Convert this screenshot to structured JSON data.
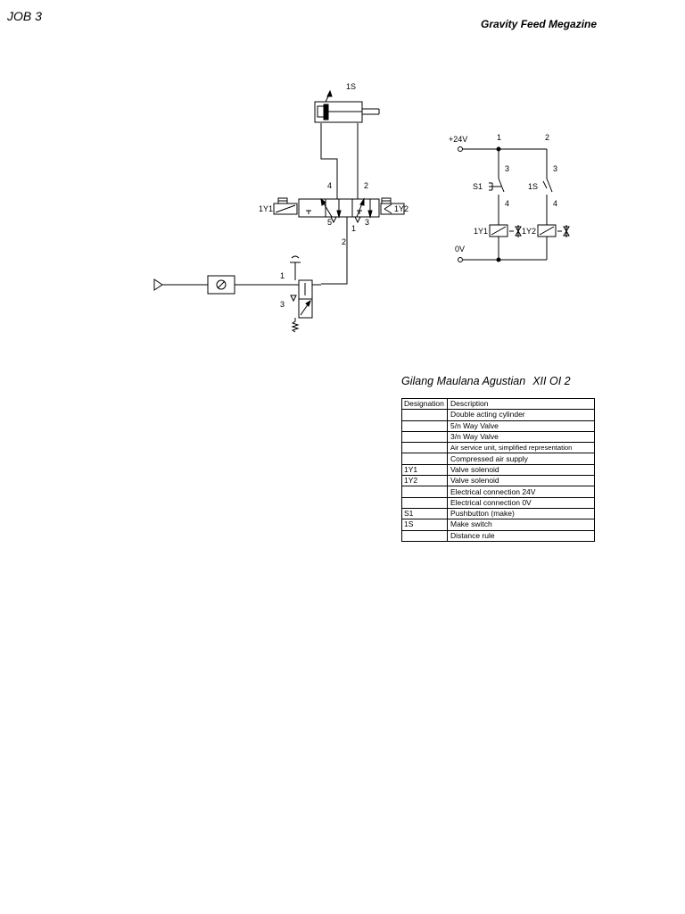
{
  "header": {
    "job_label": "JOB 3",
    "magazine_title": "Gravity Feed Megazine"
  },
  "pneumatic": {
    "sensor_label": "1S",
    "port_4": "4",
    "port_2": "2",
    "port_5": "5",
    "port_1": "1",
    "port_3": "3",
    "solenoid_left": "1Y1",
    "solenoid_right": "1Y2",
    "supply_port_2": "2",
    "valve32_port_1": "1",
    "valve32_port_3": "3"
  },
  "electrical": {
    "supply_plus": "+24V",
    "supply_zero": "0V",
    "rung_1": "1",
    "rung_2": "2",
    "s1_top": "3",
    "s1_label": "S1",
    "s1_bottom": "4",
    "s1s_top": "3",
    "s1s_label": "1S",
    "s1s_bottom": "4",
    "coil_1": "1Y1",
    "coil_2": "1Y2"
  },
  "author": {
    "name": "Gilang Maulana Agustian",
    "class": "XII OI 2"
  },
  "parts_table": {
    "header": {
      "designation": "Designation",
      "description": "Description"
    },
    "rows": [
      {
        "designation": "",
        "description": "Double acting cylinder"
      },
      {
        "designation": "",
        "description": "5/n Way Valve"
      },
      {
        "designation": "",
        "description": "3/n Way Valve"
      },
      {
        "designation": "",
        "description": "Air service unit, simplified representation"
      },
      {
        "designation": "",
        "description": "Compressed air supply"
      },
      {
        "designation": "1Y1",
        "description": "Valve solenoid"
      },
      {
        "designation": "1Y2",
        "description": "Valve solenoid"
      },
      {
        "designation": "",
        "description": "Electrical connection 24V"
      },
      {
        "designation": "",
        "description": "Electrical connection 0V"
      },
      {
        "designation": "S1",
        "description": "Pushbutton (make)"
      },
      {
        "designation": "1S",
        "description": "Make switch"
      },
      {
        "designation": "",
        "description": "Distance rule"
      }
    ]
  }
}
